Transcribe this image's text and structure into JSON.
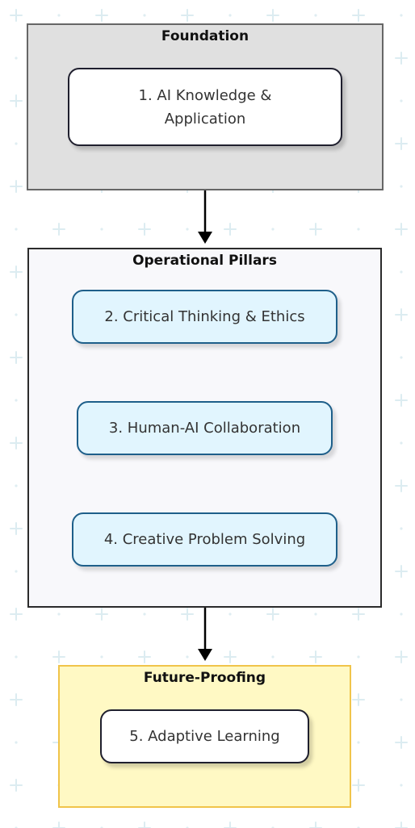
{
  "groups": {
    "foundation": {
      "title": "Foundation"
    },
    "pillars": {
      "title": "Operational Pillars"
    },
    "future": {
      "title": "Future-Proofing"
    }
  },
  "nodes": [
    {
      "label": "1. AI Knowledge &\nApplication"
    },
    {
      "label": "2. Critical Thinking & Ethics"
    },
    {
      "label": "3. Human-AI Collaboration"
    },
    {
      "label": "4. Creative Problem Solving"
    },
    {
      "label": "5. Adaptive Learning"
    }
  ],
  "edges": [
    {
      "from": "Foundation",
      "to": "Operational Pillars"
    },
    {
      "from": "Operational Pillars",
      "to": "Future-Proofing"
    }
  ],
  "colors": {
    "foundation_fill": "#e0e0e0",
    "pillars_fill": "#f8f8fb",
    "future_fill": "#fff9c4",
    "pillar_node_fill": "#e1f5fe",
    "pillar_node_border": "#1e5f8a",
    "future_border": "#f0c44a"
  }
}
